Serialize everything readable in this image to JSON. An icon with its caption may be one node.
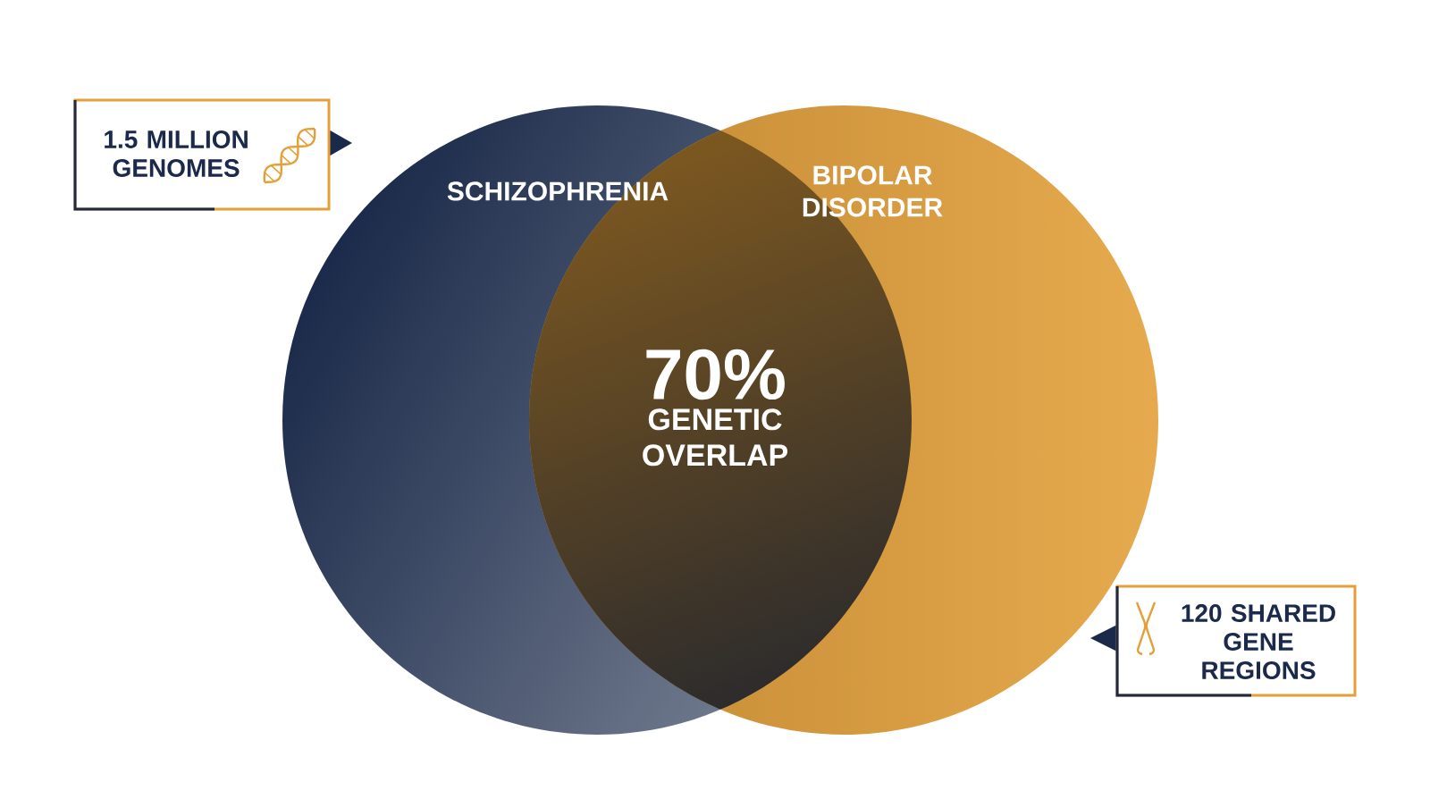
{
  "diagram": {
    "nodes": [
      {
        "text": [
          "SCHIZOPHRENIA"
        ]
      },
      {
        "text": [
          "BIPOLAR DISORDER"
        ]
      },
      {
        "text": [
          "70%",
          "GENETIC OVERLAP"
        ]
      },
      {
        "text": [
          "1.5 MILLION GENOMES"
        ]
      },
      {
        "text": [
          "120 SHARED GENE REGIONS"
        ]
      }
    ]
  }
}
